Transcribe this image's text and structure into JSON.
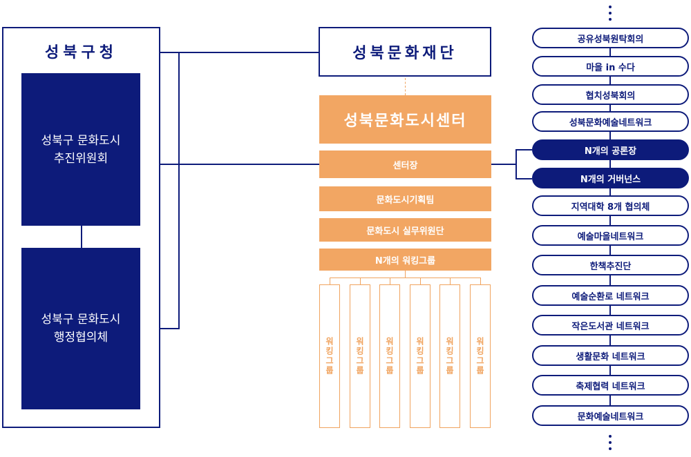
{
  "left": {
    "title": "성북구청",
    "box1": "성북구 문화도시\n추진위원회",
    "box2": "성북구 문화도시\n행정협의체"
  },
  "center": {
    "title": "성북문화재단",
    "center_name": "성북문화도시센터",
    "rows": [
      "센터장",
      "문화도시기획팀",
      "문화도시 실무위원단",
      "N개의 워킹그룹"
    ],
    "working_group_label": "워킹그룹",
    "working_group_count": 6
  },
  "right": {
    "items": [
      "공유성북원탁회의",
      "마을 in 수다",
      "협치성북회의",
      "성북문화예술네트워크",
      "N개의 공론장",
      "N개의 거버넌스",
      "지역대학 8개 협의체",
      "예술마을네트워크",
      "한책추진단",
      "예술순환로 네트워크",
      "작은도서관 네트워크",
      "생활문화 네트워크",
      "축제협력 네트워크",
      "문화예술네트워크"
    ],
    "highlighted": [
      "N개의 공론장",
      "N개의 거버넌스"
    ]
  },
  "colors": {
    "navy": "#0d1b7a",
    "orange": "#f2a663"
  }
}
